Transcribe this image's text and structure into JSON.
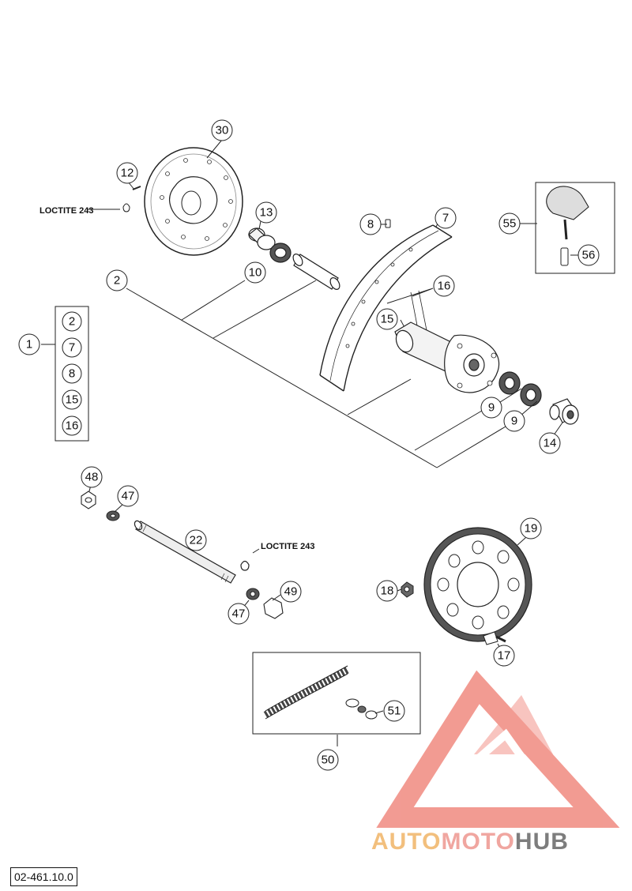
{
  "diagram": {
    "callouts": {
      "c30": "30",
      "c12": "12",
      "c13": "13",
      "c8": "8",
      "c7": "7",
      "c55": "55",
      "c56": "56",
      "c2": "2",
      "c10": "10",
      "c16": "16",
      "c15": "15",
      "c1": "1",
      "k2": "2",
      "k7": "7",
      "k8": "8",
      "k15": "15",
      "k16": "16",
      "c9a": "9",
      "c9b": "9",
      "c14": "14",
      "c48": "48",
      "c47a": "47",
      "c47b": "47",
      "c22": "22",
      "c49": "49",
      "c19": "19",
      "c18": "18",
      "c17": "17",
      "c51": "51",
      "c50": "50"
    },
    "loctite_top": "LOCTITE 243",
    "loctite_axle": "LOCTITE 243",
    "part_code": "02-461.10.0"
  },
  "watermark": {
    "part1": "AUTO",
    "part2": "MOTO",
    "part3": "HUB",
    "colors": {
      "auto": "#f2bf7d",
      "moto": "#f0a6a0",
      "hub": "#7d7d7d",
      "triangle": "#f08a80"
    }
  }
}
